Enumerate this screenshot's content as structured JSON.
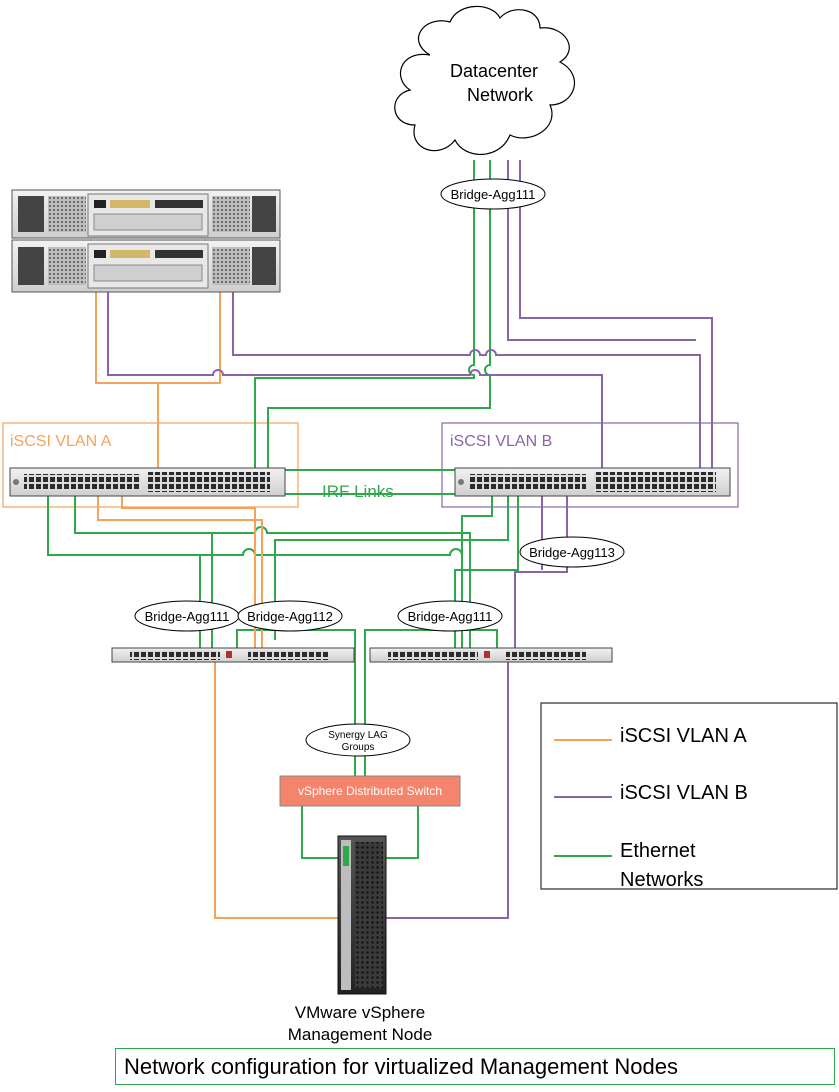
{
  "cloud": {
    "line1": "Datacenter",
    "line2": "Network"
  },
  "bridge_agg_top": "Bridge-Agg111",
  "vlan_a_label": "iSCSI VLAN A",
  "vlan_b_label": "iSCSI VLAN B",
  "irf_links": "IRF Links",
  "bridge_agg_113": "Bridge-Agg113",
  "bridge_agg_left": "Bridge-Agg111",
  "bridge_agg_112": "Bridge-Agg112",
  "bridge_agg_right": "Bridge-Agg111",
  "synergy_lag": {
    "line1": "Synergy LAG",
    "line2": "Groups"
  },
  "vds_label": "vSphere Distributed Switch",
  "node_label": {
    "line1": "VMware vSphere",
    "line2": "Management Node"
  },
  "legend": {
    "items": [
      {
        "label": "iSCSI VLAN A",
        "color": "#f7a25a"
      },
      {
        "label": "iSCSI VLAN B",
        "color": "#8a64a8"
      },
      {
        "label": "Ethernet",
        "label2": "Networks",
        "color": "#2ea84a"
      }
    ]
  },
  "caption": "Network configuration for virtualized  Management Nodes",
  "colors": {
    "vlan_a": "#f7a25a",
    "vlan_b": "#8a64a8",
    "ethernet": "#2ea84a"
  }
}
